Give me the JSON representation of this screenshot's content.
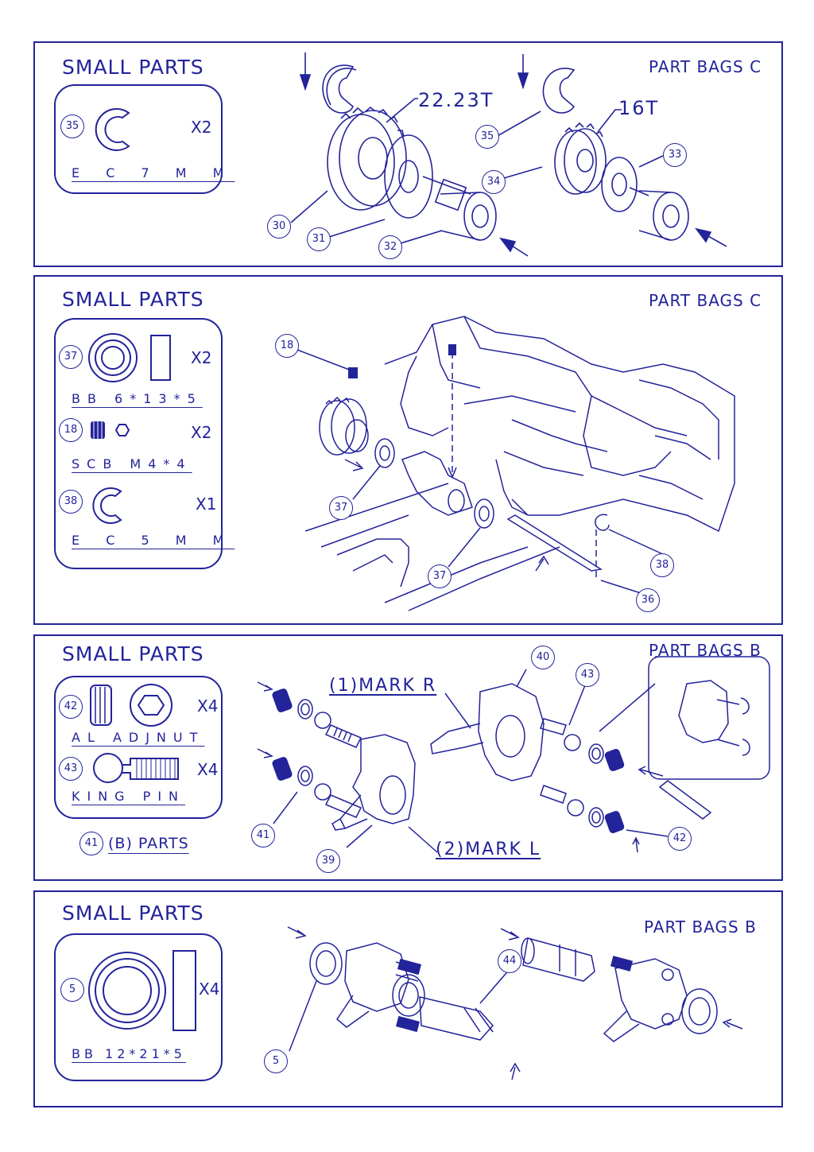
{
  "theme": {
    "ink": "#23239a",
    "paper": "#ffffff"
  },
  "panel1": {
    "title": "SMALL PARTS",
    "bag": "PART BAGS C",
    "part_ref": "35",
    "part_qty": "X2",
    "part_spec": "E C  7 M M",
    "gear_large": "22.23T",
    "gear_small": "16T",
    "callouts": [
      "35",
      "30",
      "31",
      "32",
      "35",
      "34",
      "33"
    ]
  },
  "panel2": {
    "title": "SMALL PARTS",
    "bag": "PART BAGS C",
    "parts": [
      {
        "ref": "37",
        "qty": "X2",
        "spec": "BB 6*13*5"
      },
      {
        "ref": "18",
        "qty": "X2",
        "spec": "SCB M4*4"
      },
      {
        "ref": "38",
        "qty": "X1",
        "spec": "E C  5 M M"
      }
    ],
    "callouts": [
      "18",
      "37",
      "37",
      "38",
      "36"
    ]
  },
  "panel3": {
    "title": "SMALL PARTS",
    "bag": "PART BAGS B",
    "parts": [
      {
        "ref": "42",
        "qty": "X4",
        "spec": "AL ADJNUT"
      },
      {
        "ref": "43",
        "qty": "X4",
        "spec": "KING PIN"
      }
    ],
    "b_ref": "41",
    "b_text": "(B) PARTS",
    "mark_r": "(1)MARK R",
    "mark_l": "(2)MARK L",
    "callouts": [
      "40",
      "43",
      "41",
      "39",
      "42"
    ]
  },
  "panel4": {
    "title": "SMALL PARTS",
    "bag": "PART BAGS B",
    "part_ref": "5",
    "part_qty": "X4",
    "part_spec": "BB 12*21*5",
    "callouts": [
      "5",
      "44"
    ]
  }
}
